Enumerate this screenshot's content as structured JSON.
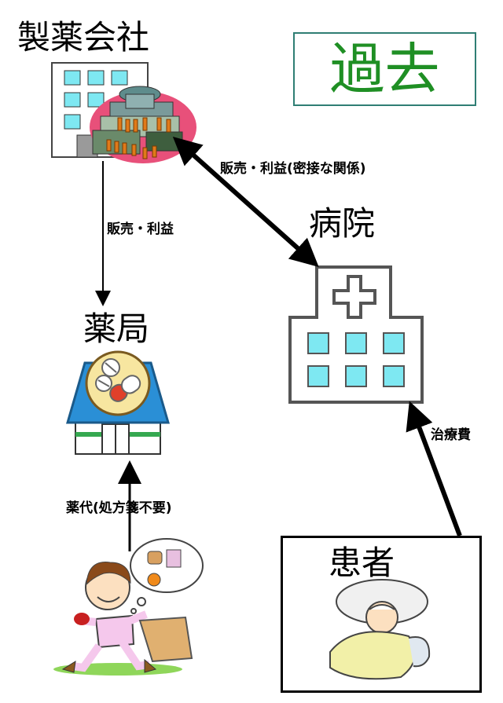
{
  "era_label": "過去",
  "nodes": {
    "pharma_company": "製薬会社",
    "hospital": "病院",
    "pharmacy": "薬局",
    "patient": "患者"
  },
  "edges": {
    "company_to_pharmacy": "販売・利益",
    "company_hospital": "販売・利益(密接な関係)",
    "patient_to_hospital": "治療費",
    "customer_to_pharmacy": "薬代(処方箋不要)"
  },
  "colors": {
    "era_border": "#2f7e74",
    "era_text": "#1f8f24",
    "window_cyan": "#7ee8f2",
    "pharmacy_blue": "#2a8fd6",
    "pill_red": "#e0402a"
  }
}
